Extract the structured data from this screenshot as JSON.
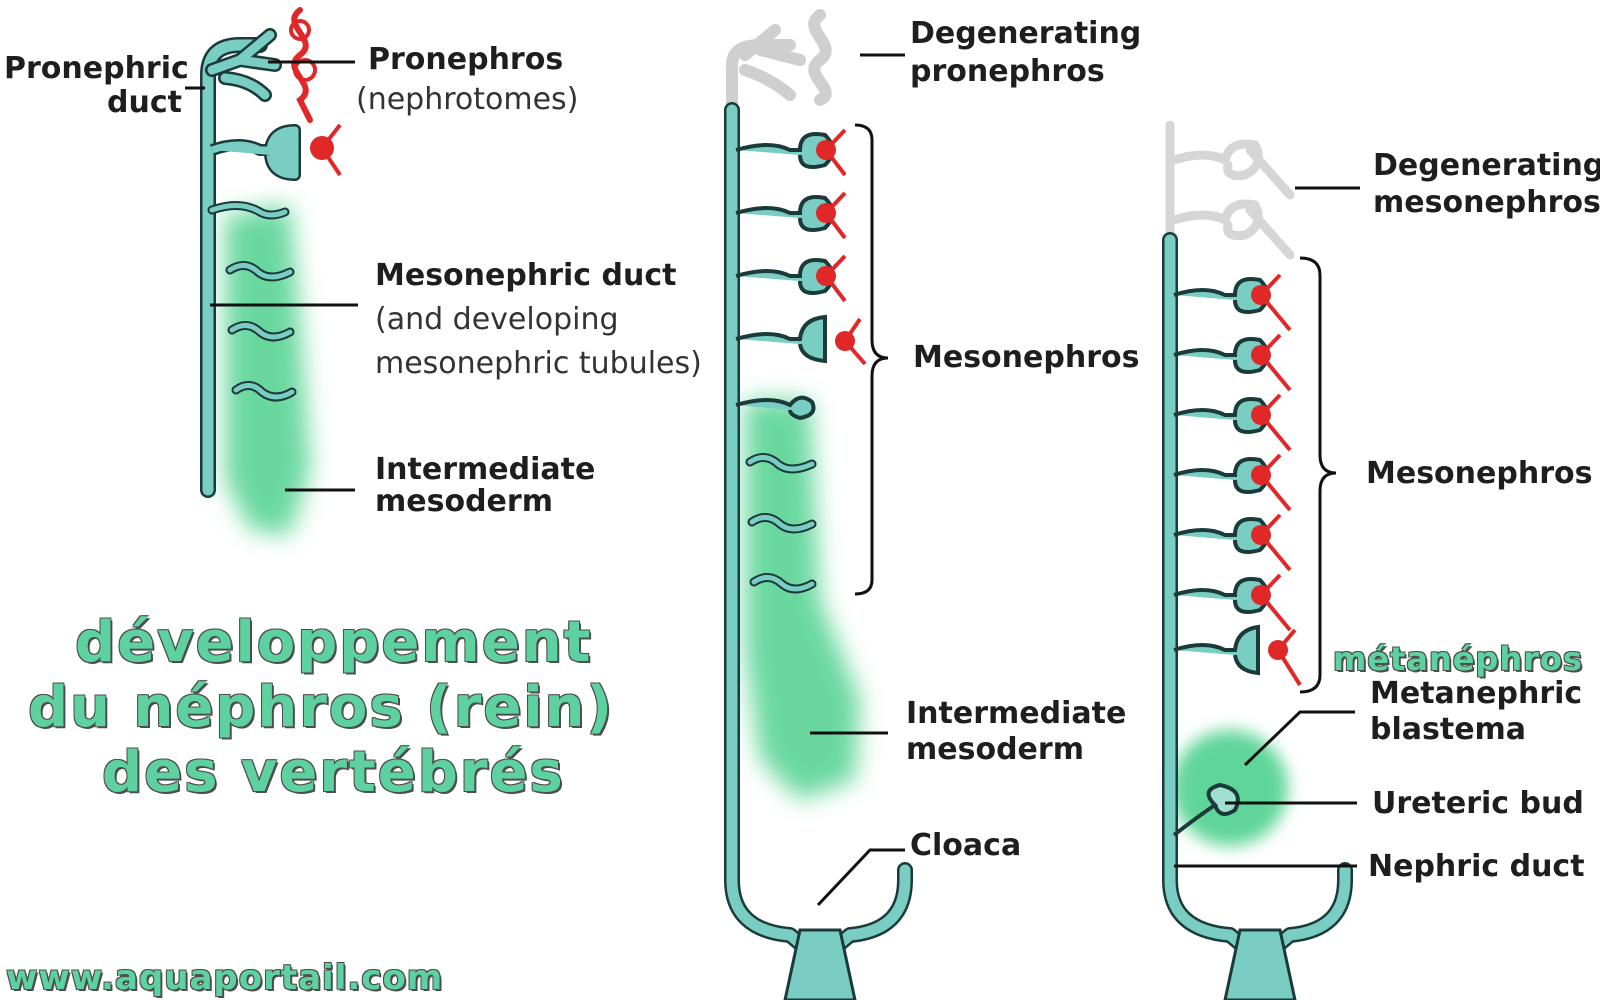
{
  "diagram": {
    "stage1": {
      "pronephric_duct": "Pronephric\nduct",
      "pronephros": "Pronephros",
      "nephrotomes": "(nephrotomes)",
      "mesonephric_duct": "Mesonephric duct",
      "mesonephric_duct_sub1": "(and developing",
      "mesonephric_duct_sub2": "mesonephric tubules)",
      "intermediate_mesoderm_1": "Intermediate",
      "intermediate_mesoderm_2": "mesoderm"
    },
    "stage2": {
      "degenerating_1": "Degenerating",
      "degenerating_2": "pronephros",
      "mesonephros": "Mesonephros",
      "intermediate_mesoderm_1": "Intermediate",
      "intermediate_mesoderm_2": "mesoderm",
      "cloaca": "Cloaca"
    },
    "stage3": {
      "degenerating_1": "Degenerating",
      "degenerating_2": "mesonephros",
      "mesonephros": "Mesonephros",
      "metanephros": "métanéphros",
      "metanephric_blastema_1": "Metanephric",
      "metanephric_blastema_2": "blastema",
      "ureteric_bud": "Ureteric bud",
      "nephric_duct": "Nephric duct"
    },
    "title_line1": "développement",
    "title_line2": "du néphros (rein)",
    "title_line3": "des vertébrés",
    "website": "www.aquaportail.com",
    "colors": {
      "duct": "#79cdc2",
      "duct_outline": "#1b3a3a",
      "mesoderm": "#4fd18e",
      "vessel": "#e02828",
      "degenerated": "#dcdcdc",
      "title": "#5dd2a0"
    }
  }
}
